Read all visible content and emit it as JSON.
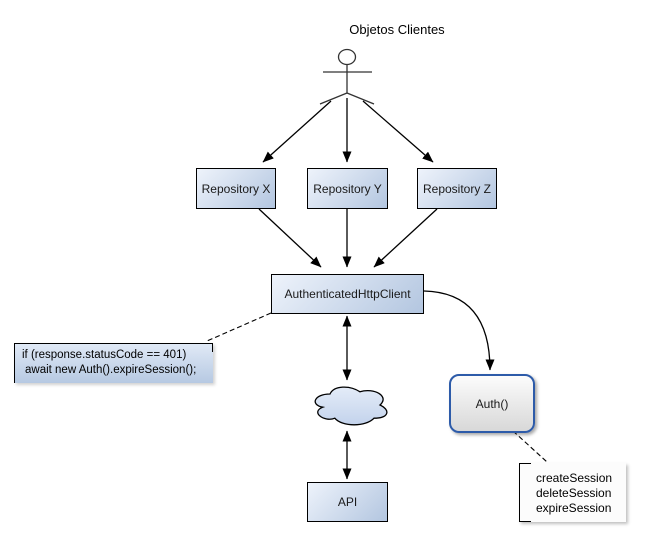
{
  "title": "Objetos Clientes",
  "nodes": {
    "repo_x": {
      "label": "Repository X"
    },
    "repo_y": {
      "label": "Repository Y"
    },
    "repo_z": {
      "label": "Repository Z"
    },
    "http_client": {
      "label": "AuthenticatedHttpClient"
    },
    "auth": {
      "label": "Auth()"
    },
    "api": {
      "label": "API"
    }
  },
  "notes": {
    "code": {
      "line1": "if (response.statusCode == 401)",
      "line2": "await new Auth().expireSession();"
    },
    "sessions": {
      "line1": "createSession",
      "line2": "deleteSession",
      "line3": "expireSession"
    }
  },
  "colors": {
    "background": "#ffffff",
    "node_border": "#000000",
    "node_fill_light": "#eef3fb",
    "node_fill_dark": "#b3c6e0",
    "auth_border": "#2d5ba9",
    "auth_fill_light": "#fcfcfc",
    "auth_fill_dark": "#d8d8d8",
    "cloud_fill_light": "#e4ecf8",
    "cloud_fill_dark": "#c3d3ec",
    "connector": "#000000",
    "actor_stroke": "#333333"
  }
}
